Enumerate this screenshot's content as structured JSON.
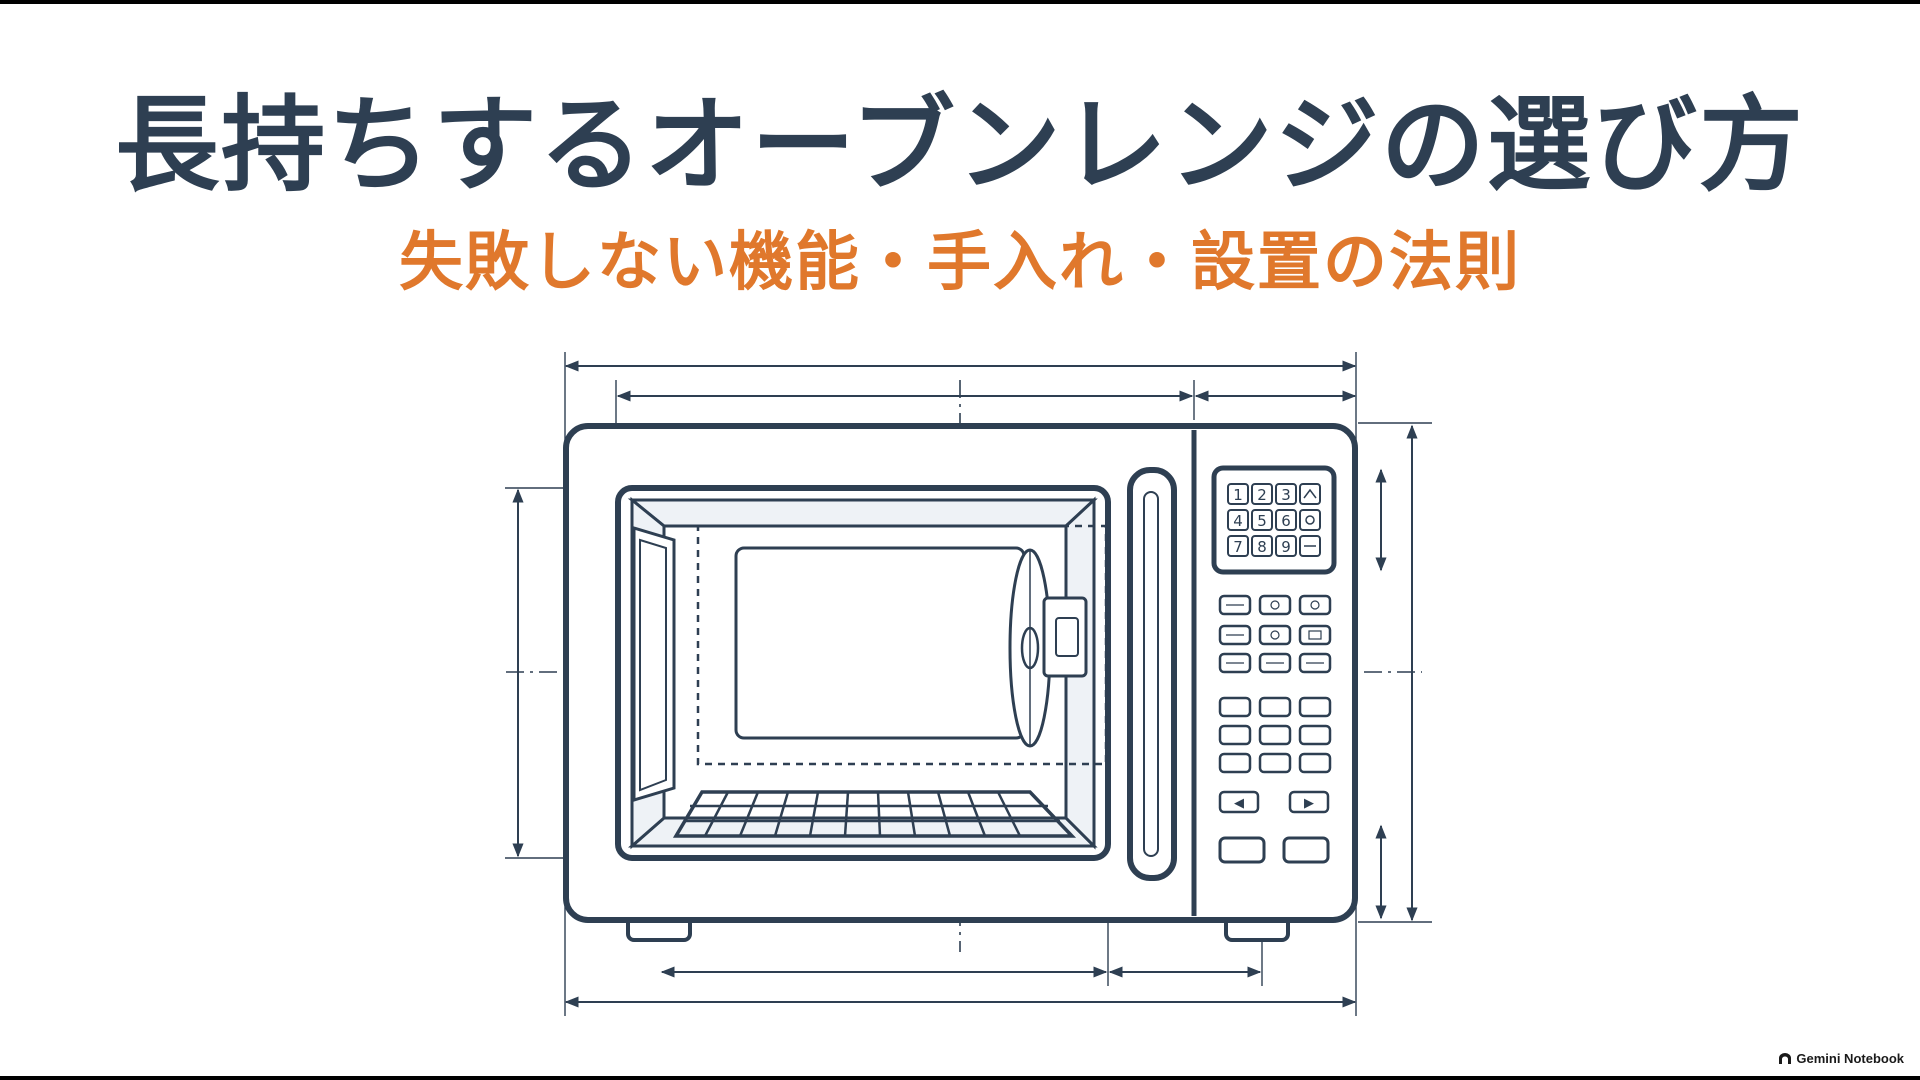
{
  "slide": {
    "title": "長持ちするオーブンレンジの選び方",
    "subtitle": "失敗しない機能・手入れ・設置の法則"
  },
  "diagram": {
    "subject": "microwave oven technical drawing",
    "keypad": {
      "numbers": [
        "1",
        "2",
        "3",
        "4",
        "5",
        "6",
        "7",
        "8",
        "9"
      ]
    },
    "arrows": {
      "left": "◀",
      "right": "▶"
    }
  },
  "brand": {
    "label": "Gemini Notebook",
    "icon": "notebook-logo-icon"
  },
  "colors": {
    "title": "#2e3f52",
    "subtitle": "#e0782c",
    "line": "#2e3f52",
    "background": "#ffffff"
  }
}
